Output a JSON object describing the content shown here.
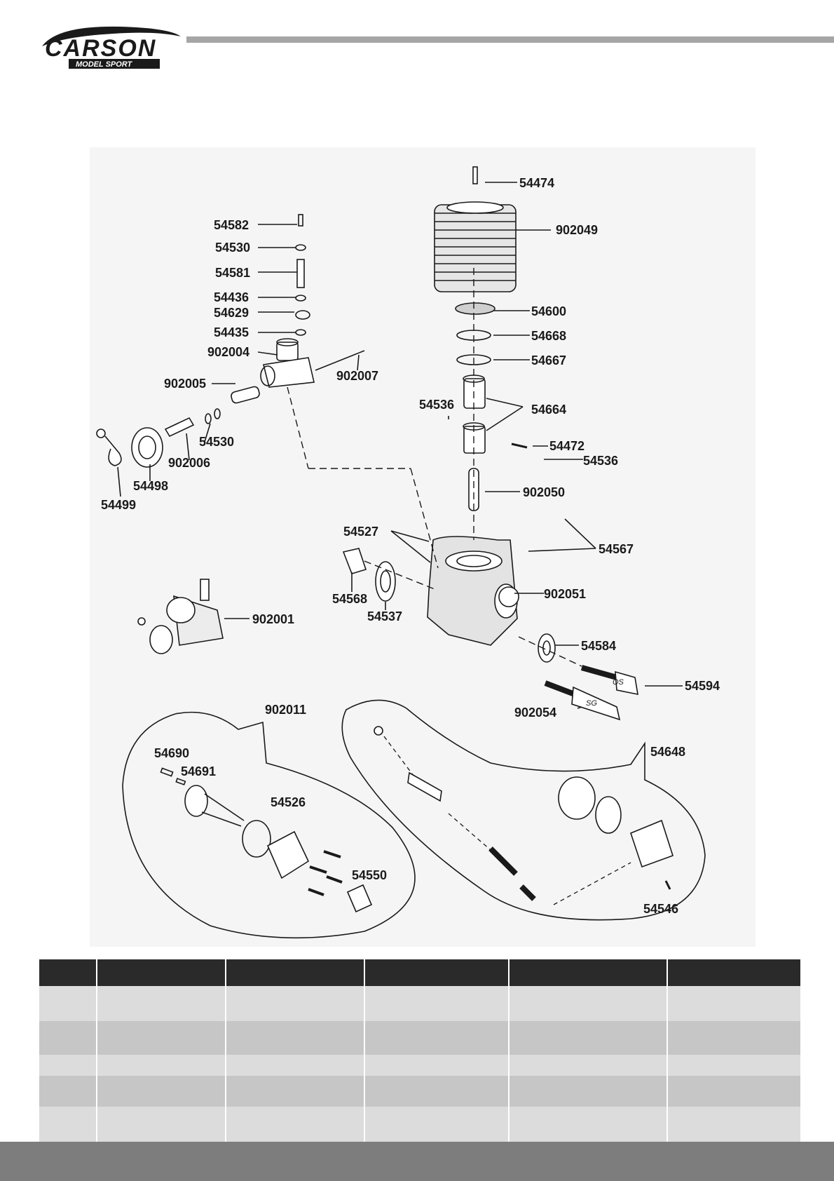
{
  "header": {
    "logo_text": "CARSON",
    "logo_subtext": "MODEL SPORT"
  },
  "diagram": {
    "labels": [
      {
        "id": "l-54474",
        "text": "54474"
      },
      {
        "id": "l-902049",
        "text": "902049"
      },
      {
        "id": "l-54582",
        "text": "54582"
      },
      {
        "id": "l-54530a",
        "text": "54530"
      },
      {
        "id": "l-54581",
        "text": "54581"
      },
      {
        "id": "l-54436",
        "text": "54436"
      },
      {
        "id": "l-54629",
        "text": "54629"
      },
      {
        "id": "l-54435",
        "text": "54435"
      },
      {
        "id": "l-902004",
        "text": "902004"
      },
      {
        "id": "l-902007",
        "text": "902007"
      },
      {
        "id": "l-902005",
        "text": "902005"
      },
      {
        "id": "l-54530b",
        "text": "54530"
      },
      {
        "id": "l-902006",
        "text": "902006"
      },
      {
        "id": "l-54498",
        "text": "54498"
      },
      {
        "id": "l-54499",
        "text": "54499"
      },
      {
        "id": "l-54600",
        "text": "54600"
      },
      {
        "id": "l-54668",
        "text": "54668"
      },
      {
        "id": "l-54667",
        "text": "54667"
      },
      {
        "id": "l-54536a",
        "text": "54536"
      },
      {
        "id": "l-54664",
        "text": "54664"
      },
      {
        "id": "l-54472",
        "text": "54472"
      },
      {
        "id": "l-54536b",
        "text": "54536"
      },
      {
        "id": "l-902050",
        "text": "902050"
      },
      {
        "id": "l-54527",
        "text": "54527"
      },
      {
        "id": "l-54567",
        "text": "54567"
      },
      {
        "id": "l-54568",
        "text": "54568"
      },
      {
        "id": "l-54537",
        "text": "54537"
      },
      {
        "id": "l-902051",
        "text": "902051"
      },
      {
        "id": "l-902001",
        "text": "902001"
      },
      {
        "id": "l-54584",
        "text": "54584"
      },
      {
        "id": "l-54594",
        "text": "54594"
      },
      {
        "id": "l-902054",
        "text": "902054"
      },
      {
        "id": "l-902011",
        "text": "902011"
      },
      {
        "id": "l-54648",
        "text": "54648"
      },
      {
        "id": "l-54690",
        "text": "54690"
      },
      {
        "id": "l-54691",
        "text": "54691"
      },
      {
        "id": "l-54526",
        "text": "54526"
      },
      {
        "id": "l-54550",
        "text": "54550"
      },
      {
        "id": "l-54546",
        "text": "54546"
      }
    ],
    "part_markings": {
      "os": "OS",
      "sg": "SG"
    }
  },
  "table": {
    "columns": [
      "",
      "",
      "",
      "",
      "",
      ""
    ],
    "rows": [
      [
        "",
        "",
        "",
        "",
        "",
        ""
      ],
      [
        "",
        "",
        "",
        "",
        "",
        ""
      ],
      [
        "",
        "",
        "",
        "",
        "",
        ""
      ],
      [
        "",
        "",
        "",
        "",
        "",
        ""
      ],
      [
        "",
        "",
        "",
        "",
        "",
        ""
      ]
    ]
  },
  "colors": {
    "header_bar": "#a6a6a6",
    "table_header": "#2a2a2a",
    "row_light": "#dcdcdc",
    "row_dark": "#c6c6c6",
    "footer_bar": "#7d7d7d"
  }
}
